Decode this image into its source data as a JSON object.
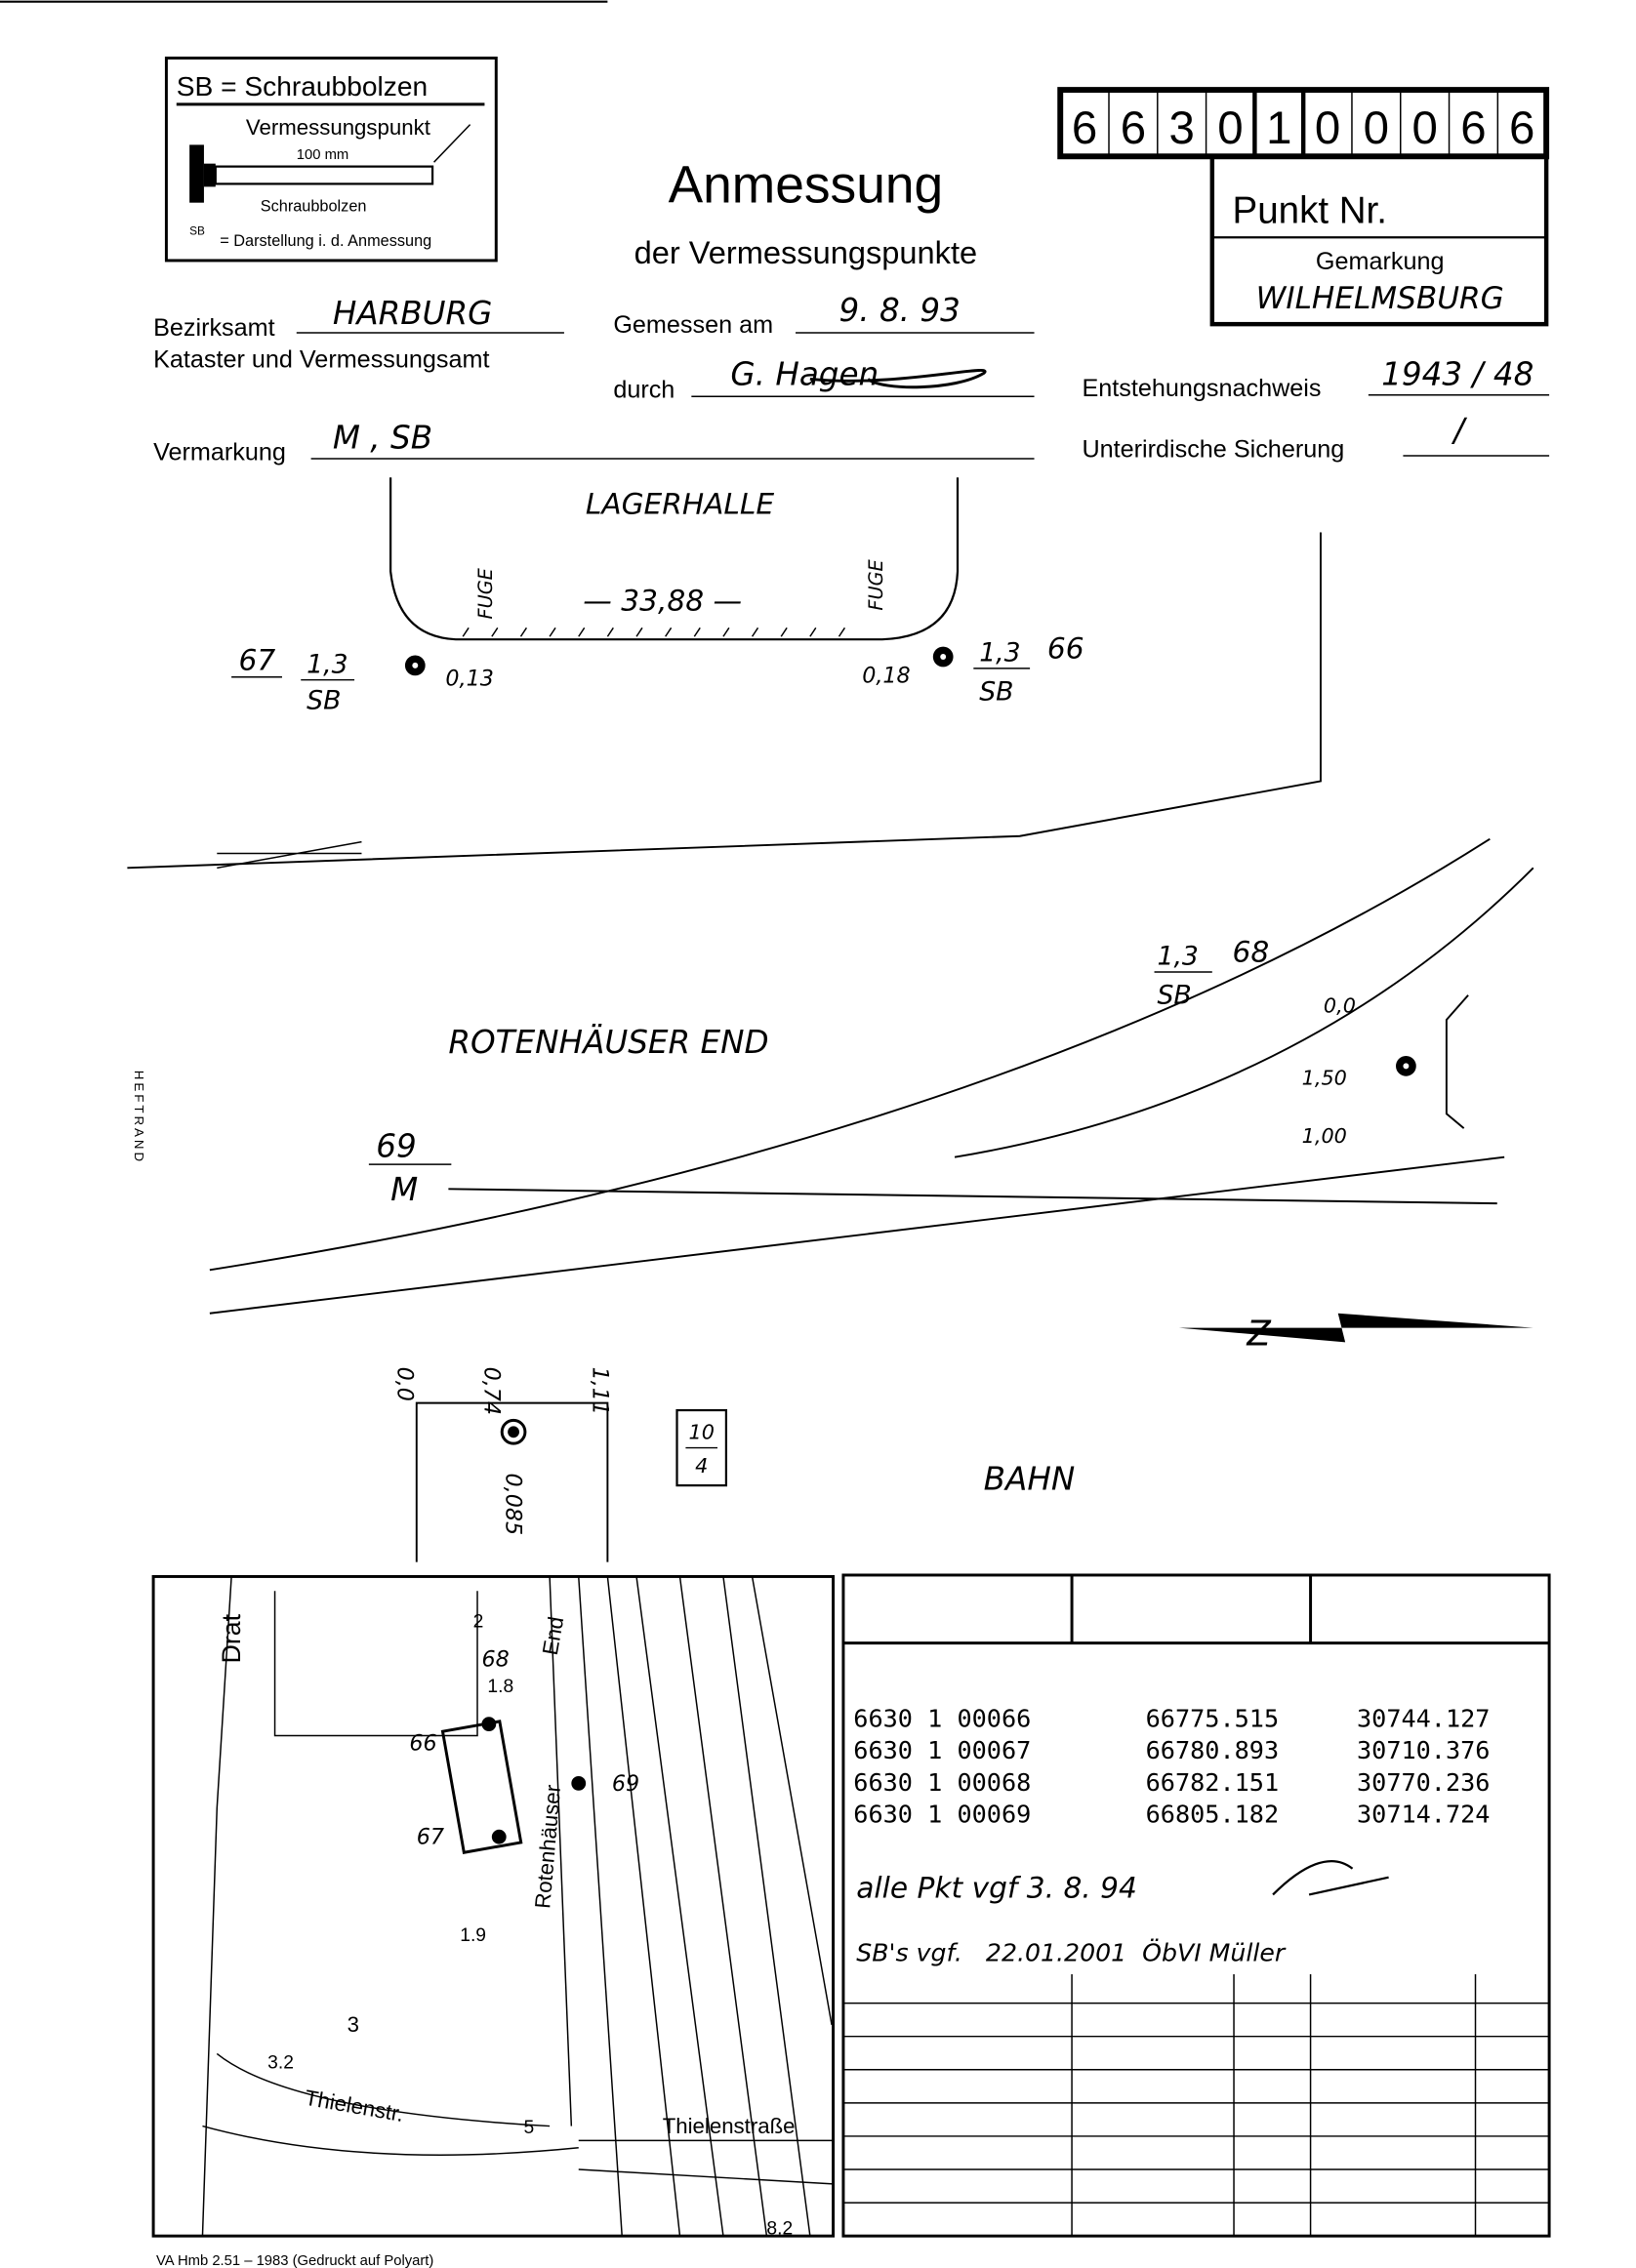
{
  "legend_box": {
    "title": "SB = Schraubbolzen",
    "subtitle": "Vermessungspunkt",
    "dimension": "100 mm",
    "bolt_label": "Schraubbolzen",
    "symbol_label": "SB",
    "symbol_note": "= Darstellung i. d. Anmessung"
  },
  "header": {
    "title": "Anmessung",
    "subtitle": "der Vermessungspunkte",
    "point_number_digits": [
      "6",
      "6",
      "3",
      "0",
      "1",
      "0",
      "0",
      "0",
      "6",
      "6"
    ],
    "point_label": "Punkt Nr.",
    "gemarkung_label": "Gemarkung",
    "gemarkung_value": "WILHELMSBURG"
  },
  "fields": {
    "bezirksamt_label": "Bezirksamt",
    "bezirksamt_value": "HARBURG",
    "kataster_label": "Kataster und Vermessungsamt",
    "gemessen_label": "Gemessen am",
    "gemessen_value": "9. 8. 93",
    "durch_label": "durch",
    "durch_signature": "G. Hagen",
    "entstehung_label": "Entstehungsnachweis",
    "entstehung_value": "1943 / 48",
    "vermarkung_label": "Vermarkung",
    "vermarkung_value": "M , SB",
    "sicherung_label": "Unterirdische Sicherung",
    "sicherung_value": "/"
  },
  "sketch": {
    "building": "LAGERHALLE",
    "length": "— 33,88 —",
    "fuge": "FUGE",
    "p67": {
      "nr": "67",
      "val": "1,3",
      "type": "SB",
      "offset": "0,13"
    },
    "p66": {
      "nr": "66",
      "val": "1,3",
      "type": "SB",
      "offset": "0,18"
    },
    "p68": {
      "nr": "68",
      "val": "1,3",
      "type": "SB",
      "d1": "0,0",
      "d2": "1,50",
      "d3": "1,00"
    },
    "p69": {
      "nr": "69",
      "type": "M"
    },
    "street": "ROTENHÄUSER END",
    "rail": "BAHN",
    "heftrand": "HEFTRAND",
    "bottom_dims": [
      "0,0",
      "0,74",
      "1,11"
    ],
    "box_val": "0,085",
    "box_frac": [
      "10",
      "4"
    ]
  },
  "map": {
    "labels": [
      "Drat",
      "End",
      "Rotenhäuser",
      "Thielenstr.",
      "Thielenstraße",
      "68",
      "66",
      "67",
      "69",
      "1.8",
      "1.9",
      "3",
      "3.2",
      "5",
      "8.2",
      "2"
    ]
  },
  "coord_table": {
    "rows": [
      {
        "id": "6630 1 00066",
        "x": "66775.515",
        "y": "30744.127"
      },
      {
        "id": "6630 1 00067",
        "x": "66780.893",
        "y": "30710.376"
      },
      {
        "id": "6630 1 00068",
        "x": "66782.151",
        "y": "30770.236"
      },
      {
        "id": "6630 1 00069",
        "x": "66805.182",
        "y": "30714.724"
      }
    ],
    "note1": "alle Pkt vgf 3. 8. 94",
    "note2": "SB's vgf.   22.01.2001  ÖbVI Müller"
  },
  "footer": "VA Hmb 2.51 – 1983 (Gedruckt auf Polyart)"
}
